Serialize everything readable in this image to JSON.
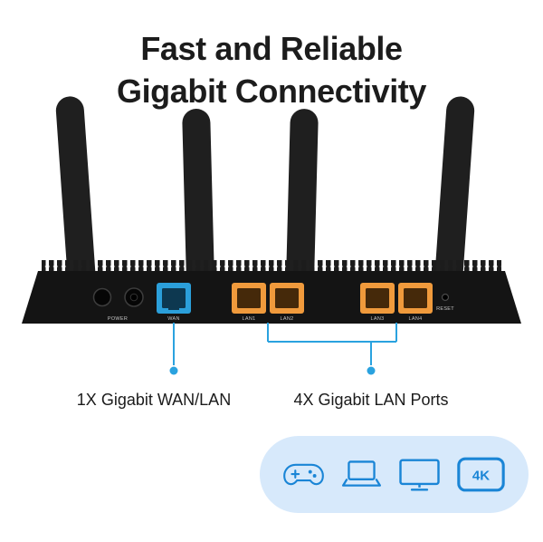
{
  "title": {
    "line1": "Fast and Reliable",
    "line2": "Gigabit Connectivity"
  },
  "router": {
    "port_labels": {
      "power": "POWER",
      "wan": "WAN",
      "lan1": "LAN1",
      "lan2": "LAN2",
      "lan3": "LAN3",
      "lan4": "LAN4",
      "reset": "RESET"
    }
  },
  "callouts": {
    "wan": "1X Gigabit WAN/LAN",
    "lan": "4X Gigabit LAN Ports"
  },
  "badge": {
    "tv_label": "4K",
    "icons": [
      "gamepad-icon",
      "laptop-icon",
      "monitor-icon",
      "tv-4k-icon"
    ]
  },
  "colors": {
    "accent_blue": "#2aa2df",
    "icon_blue": "#1a85d6",
    "badge_bg": "#d7e9fb",
    "wan_port": "#2b9fda",
    "lan_port": "#f09a3c",
    "router_black": "#161616"
  }
}
